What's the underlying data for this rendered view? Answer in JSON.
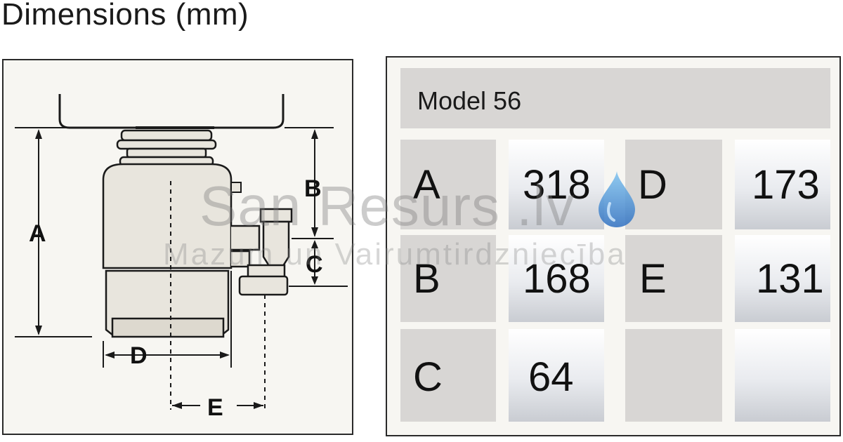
{
  "title": "Dimensions (mm)",
  "diagram": {
    "labels": {
      "A": "A",
      "B": "B",
      "C": "C",
      "D": "D",
      "E": "E"
    }
  },
  "table": {
    "model": "Model 56",
    "rows": [
      {
        "key1": "A",
        "val1": "318",
        "key2": "D",
        "val2": "173"
      },
      {
        "key1": "B",
        "val1": "168",
        "key2": "E",
        "val2": "131"
      },
      {
        "key1": "C",
        "val1": "64",
        "key2": "",
        "val2": ""
      }
    ]
  },
  "watermark": {
    "line1": "San Resurs .lv",
    "line2": "Mazum un Vairumtirdzniecība"
  }
}
